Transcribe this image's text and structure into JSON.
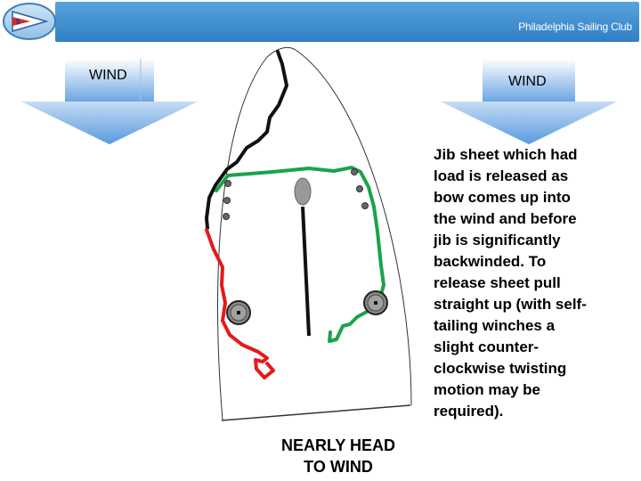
{
  "header": {
    "title": "Philadelphia Sailing Club"
  },
  "wind_left": {
    "label": "WIND"
  },
  "wind_right": {
    "label": "WIND"
  },
  "caption": {
    "lines": [
      "Jib sheet which had",
      "load is released as",
      "bow comes up into",
      "the wind and before",
      "jib is significantly",
      "backwinded. To",
      "release sheet pull",
      "straight up (with self-",
      "tailing winches a",
      "slight counter-",
      "clockwise twisting",
      "motion may be",
      "required)."
    ]
  },
  "bottom_label": {
    "line1": "NEARLY HEAD",
    "line2": "TO WIND"
  },
  "colors": {
    "header_blue": "#3f8fd2",
    "arrow_blue": "#5a9be0",
    "jib_sheet_green": "#1aa34a",
    "released_sheet_red": "#e21b1b",
    "line_black": "#111111"
  }
}
